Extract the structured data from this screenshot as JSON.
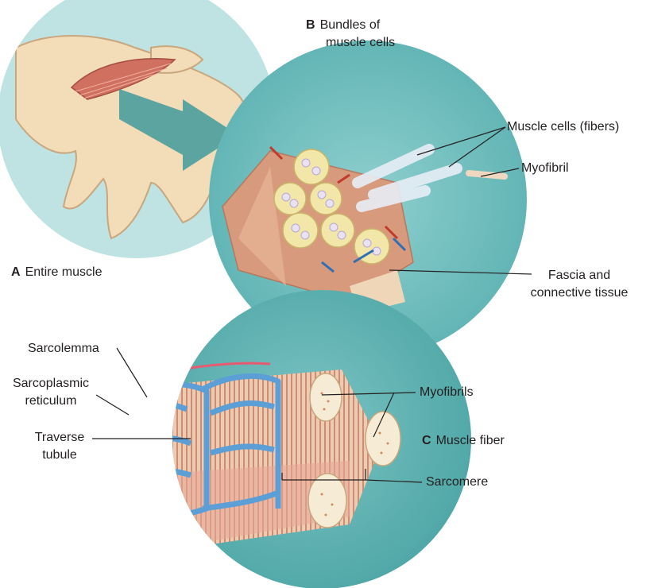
{
  "panels": {
    "a": {
      "letter": "A",
      "title": "Entire muscle"
    },
    "b": {
      "letter": "B",
      "title_line1": "Bundles of",
      "title_line2": "muscle cells"
    },
    "c": {
      "letter": "C",
      "title": "Muscle fiber"
    }
  },
  "labels": {
    "muscle_cells": "Muscle cells (fibers)",
    "myofibril": "Myofibril",
    "fascia_line1": "Fascia and",
    "fascia_line2": "connective tissue",
    "sarcolemma": "Sarcolemma",
    "sarcoplasmic_line1": "Sarcoplasmic",
    "sarcoplasmic_line2": "reticulum",
    "traverse_line1": "Traverse",
    "traverse_line2": "tubule",
    "myofibrils": "Myofibrils",
    "sarcomere": "Sarcomere"
  },
  "colors": {
    "circle_teal": "#6fbcbc",
    "circle_light": "#a9d9d9",
    "muscle_tan": "#e8b89a",
    "reticulum_blue": "#6aa6d8",
    "leader_line": "#231f20"
  }
}
